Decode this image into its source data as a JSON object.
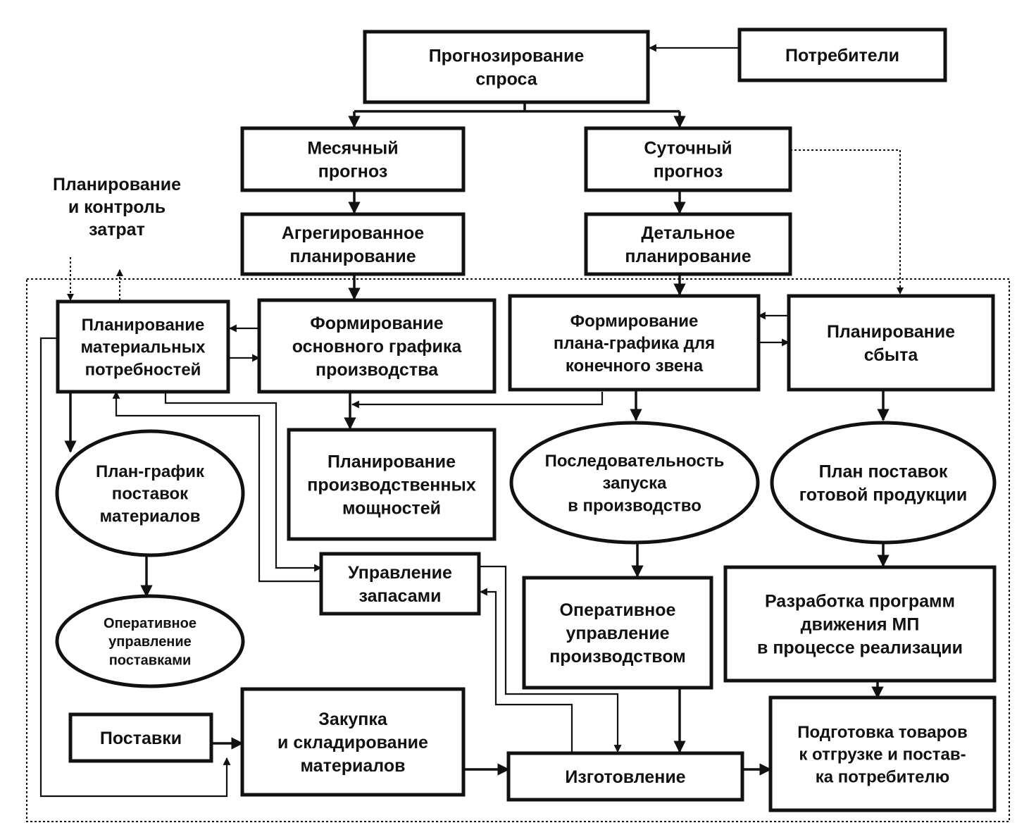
{
  "nodes": {
    "demand_forecasting": {
      "lines": [
        "Прогнозирование",
        "спроса"
      ]
    },
    "consumers": {
      "lines": [
        "Потребители"
      ]
    },
    "monthly_forecast": {
      "lines": [
        "Месячный",
        "прогноз"
      ]
    },
    "daily_forecast": {
      "lines": [
        "Суточный",
        "прогноз"
      ]
    },
    "aggregated_planning": {
      "lines": [
        "Агрегированное",
        "планирование"
      ]
    },
    "detailed_planning": {
      "lines": [
        "Детальное",
        "планирование"
      ]
    },
    "mrp": {
      "lines": [
        "Планирование",
        "материальных",
        "потребностей"
      ]
    },
    "master_schedule": {
      "lines": [
        "Формирование",
        "основного графика",
        "производства"
      ]
    },
    "final_link_schedule": {
      "lines": [
        "Формирование",
        "плана-графика для",
        "конечного звена"
      ]
    },
    "sales_planning": {
      "lines": [
        "Планирование",
        "сбыта"
      ]
    },
    "material_delivery_schedule": {
      "lines": [
        "План-график",
        "поставок",
        "материалов"
      ]
    },
    "capacity_planning": {
      "lines": [
        "Планирование",
        "производственных",
        "мощностей"
      ]
    },
    "launch_sequence": {
      "lines": [
        "Последовательность",
        "запуска",
        "в производство"
      ]
    },
    "finished_goods_plan": {
      "lines": [
        "План поставок",
        "готовой продукции"
      ]
    },
    "operational_supply_mgmt": {
      "lines": [
        "Оперативное",
        "управление",
        "поставками"
      ]
    },
    "inventory_mgmt": {
      "lines": [
        "Управление",
        "запасами"
      ]
    },
    "operational_production_mgmt": {
      "lines": [
        "Оперативное",
        "управление",
        "производством"
      ]
    },
    "mp_programs": {
      "lines": [
        "Разработка программ",
        "движения МП",
        "в процессе реализации"
      ]
    },
    "supplies": {
      "lines": [
        "Поставки"
      ]
    },
    "purchasing_storage": {
      "lines": [
        "Закупка",
        "и складирование",
        "материалов"
      ]
    },
    "manufacturing": {
      "lines": [
        "Изготовление"
      ]
    },
    "goods_preparation": {
      "lines": [
        "Подготовка товаров",
        "к отгрузке и постав-",
        "ка потребителю"
      ]
    }
  },
  "labels": {
    "cost_planning": {
      "lines": [
        "Планирование",
        "и контроль",
        "затрат"
      ]
    }
  }
}
